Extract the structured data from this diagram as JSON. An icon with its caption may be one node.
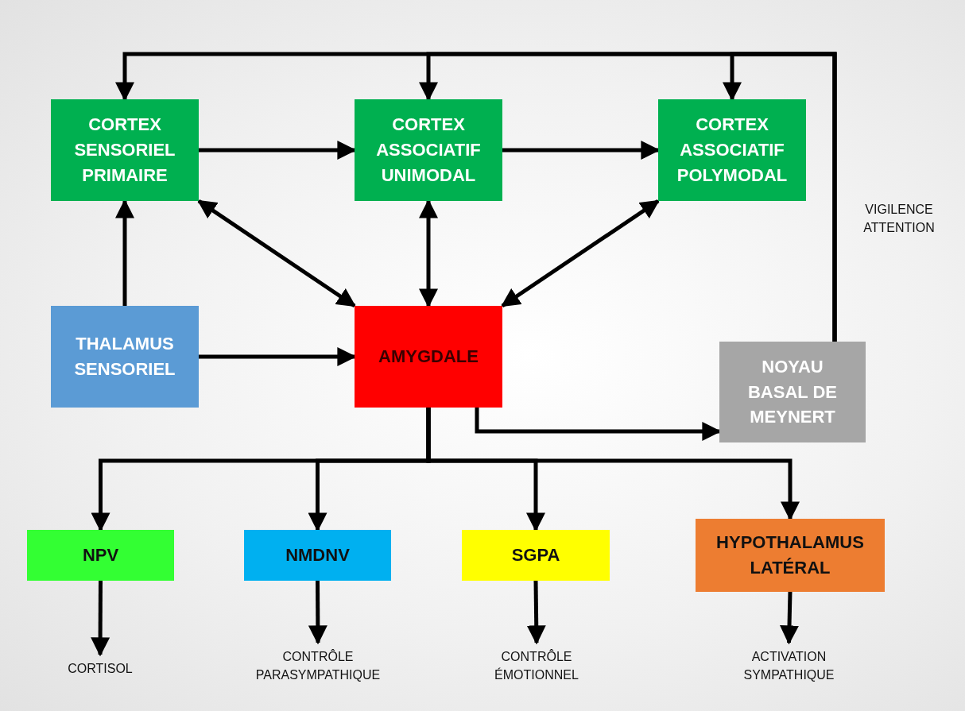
{
  "diagram": {
    "nodes": [
      {
        "text": [
          "CORTEX SENSORIEL PRIMAIRE"
        ]
      },
      {
        "text": [
          "CORTEX ASSOCIATIF UNIMODAL"
        ]
      },
      {
        "text": [
          "CORTEX ASSOCIATIF POLYMODAL"
        ]
      },
      {
        "text": [
          "THALAMUS SENSORIEL"
        ]
      },
      {
        "text": [
          "AMYGDALE"
        ]
      },
      {
        "text": [
          "NOYAU BASAL DE MEYNERT"
        ]
      },
      {
        "text": [
          "NPV"
        ]
      },
      {
        "text": [
          "NMDNV"
        ]
      },
      {
        "text": [
          "SGPA"
        ]
      },
      {
        "text": [
          "HYPOTHALAMUS LATÉRAL"
        ]
      },
      {
        "text": [
          "CORTISOL"
        ]
      },
      {
        "text": [
          "CONTRÔLE PARASYMPATHIQUE"
        ]
      },
      {
        "text": [
          "CONTRÔLE ÉMOTIONNEL"
        ]
      },
      {
        "text": [
          "ACTIVATION SYMPATHIQUE"
        ]
      }
    ],
    "edges": [
      {
        "from": 0,
        "to": 1,
        "arrow": "to"
      },
      {
        "from": 1,
        "to": 2,
        "arrow": "to"
      },
      {
        "from": 3,
        "to": 0,
        "arrow": "to"
      },
      {
        "from": 3,
        "to": 4,
        "arrow": "to"
      },
      {
        "from": 0,
        "to": 4,
        "arrow": "both"
      },
      {
        "from": 1,
        "to": 4,
        "arrow": "both"
      },
      {
        "from": 2,
        "to": 4,
        "arrow": "both"
      },
      {
        "from": 4,
        "to": 5,
        "arrow": "to"
      },
      {
        "from": 5,
        "to": 0,
        "arrow": "to"
      },
      {
        "from": 5,
        "to": 1,
        "arrow": "to"
      },
      {
        "from": 5,
        "to": 2,
        "arrow": "to"
      },
      {
        "from": 4,
        "to": 6,
        "arrow": "to"
      },
      {
        "from": 4,
        "to": 7,
        "arrow": "to"
      },
      {
        "from": 4,
        "to": 8,
        "arrow": "to"
      },
      {
        "from": 4,
        "to": 9,
        "arrow": "to"
      },
      {
        "from": 6,
        "to": 10,
        "arrow": "to"
      },
      {
        "from": 7,
        "to": 11,
        "arrow": "to"
      },
      {
        "from": 8,
        "to": 12,
        "arrow": "to"
      },
      {
        "from": 9,
        "to": 13,
        "arrow": "to"
      }
    ],
    "labels": [
      "VIGILENCE ATTENTION"
    ]
  }
}
